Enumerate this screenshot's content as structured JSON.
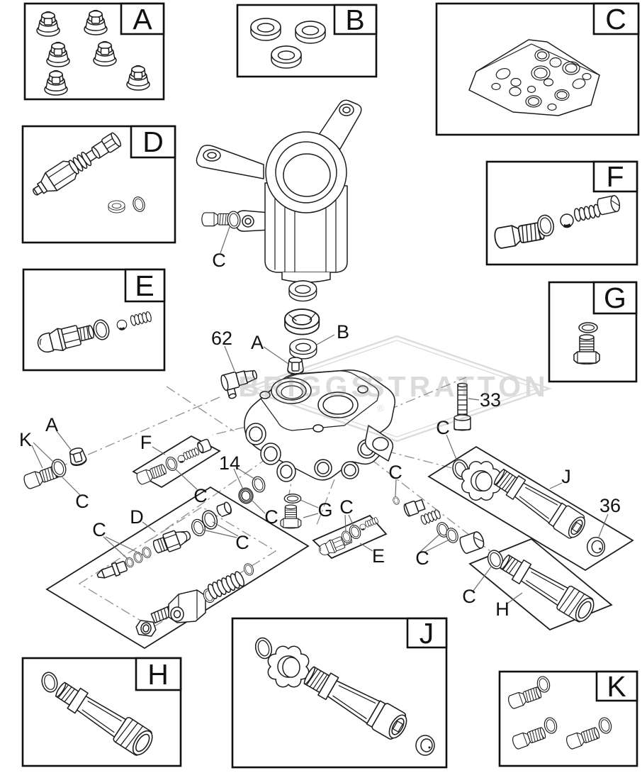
{
  "watermark": {
    "left": "BRIGGS",
    "right": "STRATTON",
    "registered": "®"
  },
  "boxes": {
    "a": "A",
    "b": "B",
    "c": "C",
    "d": "D",
    "e": "E",
    "f": "F",
    "g": "G",
    "h": "H",
    "j": "J",
    "k": "K"
  },
  "callouts": {
    "c_housing_plug": "C",
    "n62": "62",
    "a_stack": "A",
    "b_seal": "B",
    "n33": "33",
    "c_j_oring": "C",
    "j_panel": "J",
    "n36": "36",
    "k_plugs": "K",
    "a_left": "A",
    "c_k_oring": "C",
    "f_panel": "F",
    "c_f_oring": "C",
    "n14": "14",
    "d_valve": "D",
    "c_stem_rings": "C",
    "c_d_rings": "C",
    "c_bushing": "C",
    "g_plug": "G",
    "c_e_rings": "C",
    "e_panel": "E",
    "c_small_ring": "C",
    "c_pair_rings": "C",
    "c_h_oring": "C",
    "h_panel": "H"
  }
}
